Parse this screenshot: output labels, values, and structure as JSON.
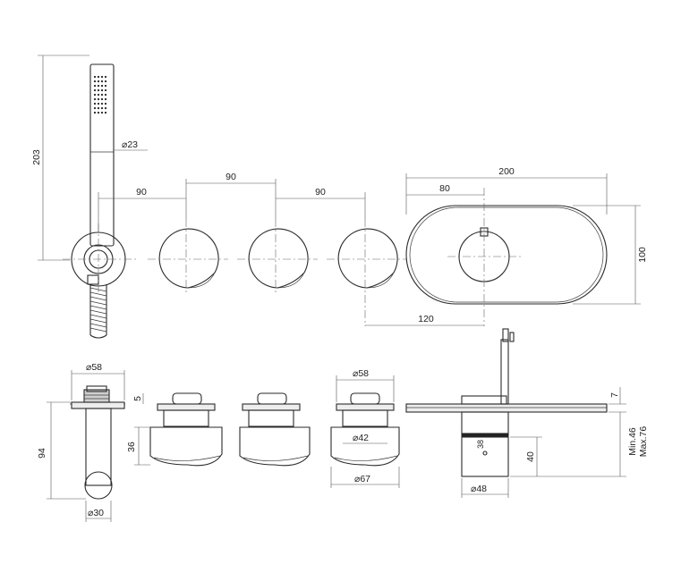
{
  "dimensions": {
    "hand_shower_height": "203",
    "hand_shower_diameter": "⌀23",
    "spacing_1": "90",
    "spacing_2": "90",
    "spacing_3": "90",
    "plate_width": "200",
    "plate_offset": "80",
    "plate_height": "100",
    "knob_offset": "120",
    "outlet_diameter": "⌀58",
    "outlet_height": "94",
    "outlet_lower_diameter": "⌀30",
    "knob_cap_height": "5",
    "knob_body_height": "36",
    "knob_cap_diameter": "⌀58",
    "knob_inner_diameter": "⌀42",
    "knob_outer_diameter": "⌀67",
    "plate_thickness": "7",
    "depth_min": "Min.46",
    "depth_max": "Max.76",
    "body_depth": "40",
    "body_diameter": "⌀48",
    "temp_marking": "38"
  }
}
